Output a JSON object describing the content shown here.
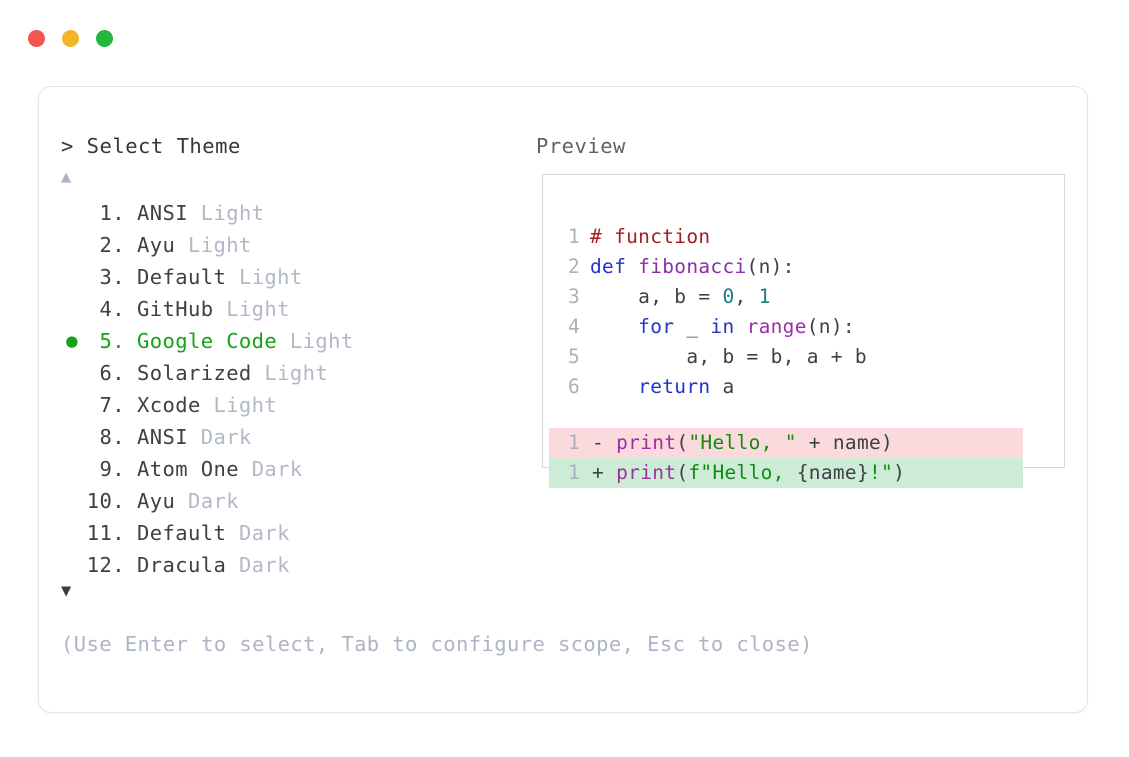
{
  "window": {
    "controls": [
      {
        "name": "close-button",
        "color": "#f4564e"
      },
      {
        "name": "minimize-button",
        "color": "#f5b528"
      },
      {
        "name": "maximize-button",
        "color": "#22ba3c"
      }
    ]
  },
  "prompt": {
    "header": "> Select Theme",
    "scroll_up": "▲",
    "scroll_down": "▼",
    "footer_hint": "(Use Enter to select, Tab to configure scope, Esc to close)"
  },
  "preview": {
    "header": "Preview"
  },
  "selected_index": 5,
  "selected_bullet": "●",
  "themes": [
    {
      "number": "1.",
      "name": "ANSI",
      "variant": "Light",
      "selected": false
    },
    {
      "number": "2.",
      "name": "Ayu",
      "variant": "Light",
      "selected": false
    },
    {
      "number": "3.",
      "name": "Default",
      "variant": "Light",
      "selected": false
    },
    {
      "number": "4.",
      "name": "GitHub",
      "variant": "Light",
      "selected": false
    },
    {
      "number": "5.",
      "name": "Google Code",
      "variant": "Light",
      "selected": true
    },
    {
      "number": "6.",
      "name": "Solarized",
      "variant": "Light",
      "selected": false
    },
    {
      "number": "7.",
      "name": "Xcode",
      "variant": "Light",
      "selected": false
    },
    {
      "number": "8.",
      "name": "ANSI",
      "variant": "Dark",
      "selected": false
    },
    {
      "number": "9.",
      "name": "Atom One",
      "variant": "Dark",
      "selected": false
    },
    {
      "number": "10.",
      "name": "Ayu",
      "variant": "Dark",
      "selected": false
    },
    {
      "number": "11.",
      "name": "Default",
      "variant": "Dark",
      "selected": false
    },
    {
      "number": "12.",
      "name": "Dracula",
      "variant": "Dark",
      "selected": false
    }
  ],
  "code": {
    "lines": [
      {
        "ln": "1",
        "tokens": [
          {
            "t": "# function",
            "c": "tok-comment"
          }
        ]
      },
      {
        "ln": "2",
        "tokens": [
          {
            "t": "def ",
            "c": "tok-keyword"
          },
          {
            "t": "fibonacci",
            "c": "tok-func"
          },
          {
            "t": "(n):",
            "c": "tok-plain"
          }
        ]
      },
      {
        "ln": "3",
        "tokens": [
          {
            "t": "    a, b = ",
            "c": "tok-plain"
          },
          {
            "t": "0",
            "c": "tok-number"
          },
          {
            "t": ", ",
            "c": "tok-plain"
          },
          {
            "t": "1",
            "c": "tok-number"
          }
        ]
      },
      {
        "ln": "4",
        "tokens": [
          {
            "t": "    ",
            "c": "tok-plain"
          },
          {
            "t": "for",
            "c": "tok-keyword"
          },
          {
            "t": " _ ",
            "c": "tok-plain"
          },
          {
            "t": "in",
            "c": "tok-keyword"
          },
          {
            "t": " ",
            "c": "tok-plain"
          },
          {
            "t": "range",
            "c": "tok-builtin"
          },
          {
            "t": "(n):",
            "c": "tok-plain"
          }
        ]
      },
      {
        "ln": "5",
        "tokens": [
          {
            "t": "        a, b = b, a + b",
            "c": "tok-plain"
          }
        ]
      },
      {
        "ln": "6",
        "tokens": [
          {
            "t": "    ",
            "c": "tok-plain"
          },
          {
            "t": "return",
            "c": "tok-keyword"
          },
          {
            "t": " a",
            "c": "tok-plain"
          }
        ]
      }
    ],
    "diff": [
      {
        "ln": "1",
        "marker": "-",
        "kind": "diff-del",
        "tokens": [
          {
            "t": "print",
            "c": "tok-builtin"
          },
          {
            "t": "(",
            "c": "tok-plain"
          },
          {
            "t": "\"Hello, \"",
            "c": "tok-string"
          },
          {
            "t": " + name)",
            "c": "tok-plain"
          }
        ]
      },
      {
        "ln": "1",
        "marker": "+",
        "kind": "diff-add",
        "tokens": [
          {
            "t": "print",
            "c": "tok-builtin"
          },
          {
            "t": "(",
            "c": "tok-plain"
          },
          {
            "t": "f\"Hello, ",
            "c": "tok-string"
          },
          {
            "t": "{name}",
            "c": "tok-plain"
          },
          {
            "t": "!\"",
            "c": "tok-string"
          },
          {
            "t": ")",
            "c": "tok-plain"
          }
        ]
      }
    ]
  }
}
